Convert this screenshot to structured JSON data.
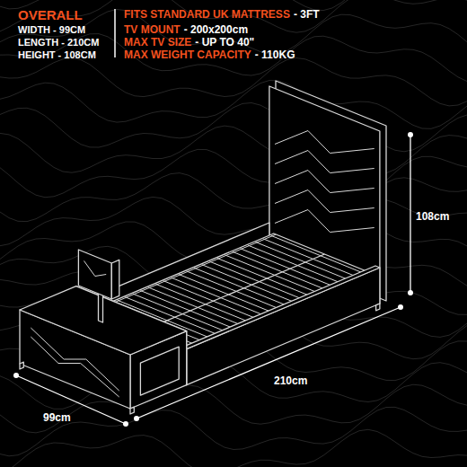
{
  "diagram": {
    "labels": [
      "OVERALL",
      "WIDTH - 99CM",
      "LENGTH - 210CM",
      "HEIGHT - 108CM",
      "FITS STANDARD UK MATTRESS",
      "- 3FT",
      "TV MOUNT",
      "- 200x200cm",
      "MAX TV SIZE",
      "- UP TO 40\"",
      "MAX WEIGHT CAPACITY",
      "- 110KG",
      "108cm",
      "210cm",
      "99cm"
    ]
  }
}
